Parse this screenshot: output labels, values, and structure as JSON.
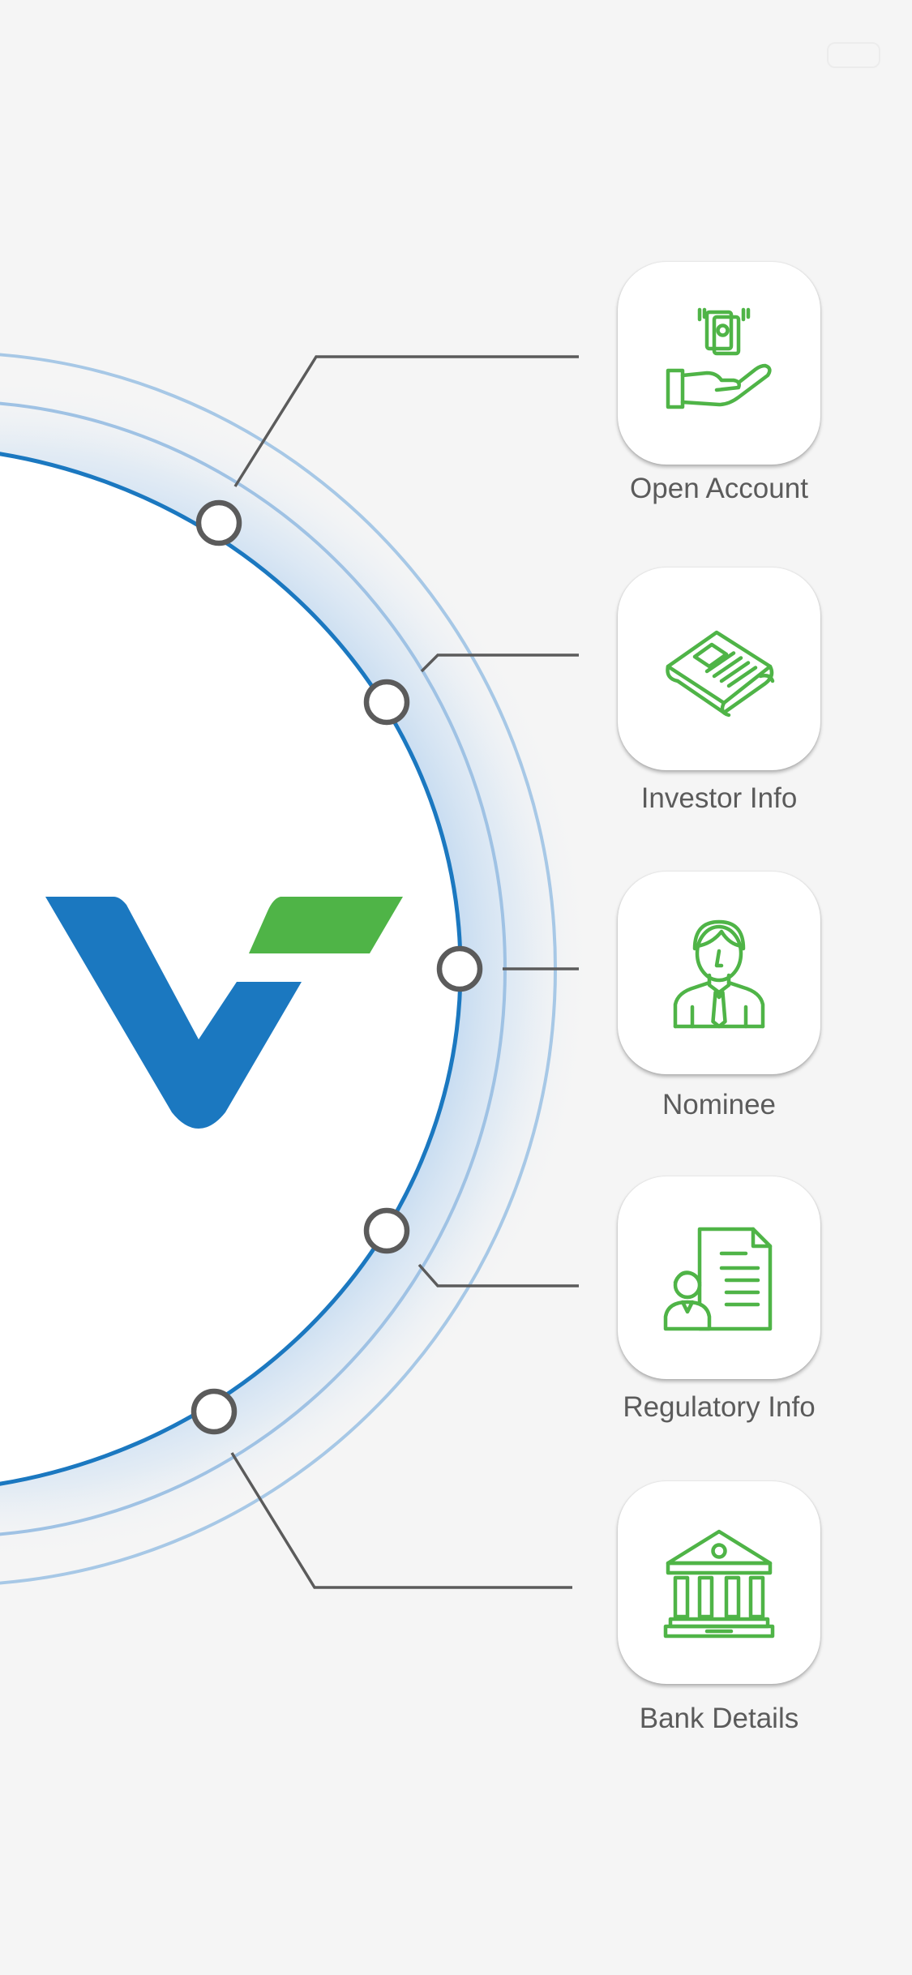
{
  "logo": {
    "name": "v-check-logo",
    "colors": {
      "blue": "#1b78c0",
      "green": "#4fb447"
    }
  },
  "theme": {
    "background": "#f5f5f5",
    "ring_blue": "#1b78c0",
    "ring_light": "#a7c8e6",
    "connector": "#5b5b5b",
    "icon_green": "#4fb447",
    "label_color": "#5b5b5b"
  },
  "menu": {
    "items": [
      {
        "id": "open-account",
        "label": "Open Account",
        "icon": "money-hand-icon"
      },
      {
        "id": "investor-info",
        "label": "Investor Info",
        "icon": "newspaper-icon"
      },
      {
        "id": "nominee",
        "label": "Nominee",
        "icon": "nominee-person-icon"
      },
      {
        "id": "regulatory-info",
        "label": "Regulatory Info",
        "icon": "regulatory-document-icon"
      },
      {
        "id": "bank-details",
        "label": "Bank Details",
        "icon": "bank-building-icon"
      }
    ]
  }
}
